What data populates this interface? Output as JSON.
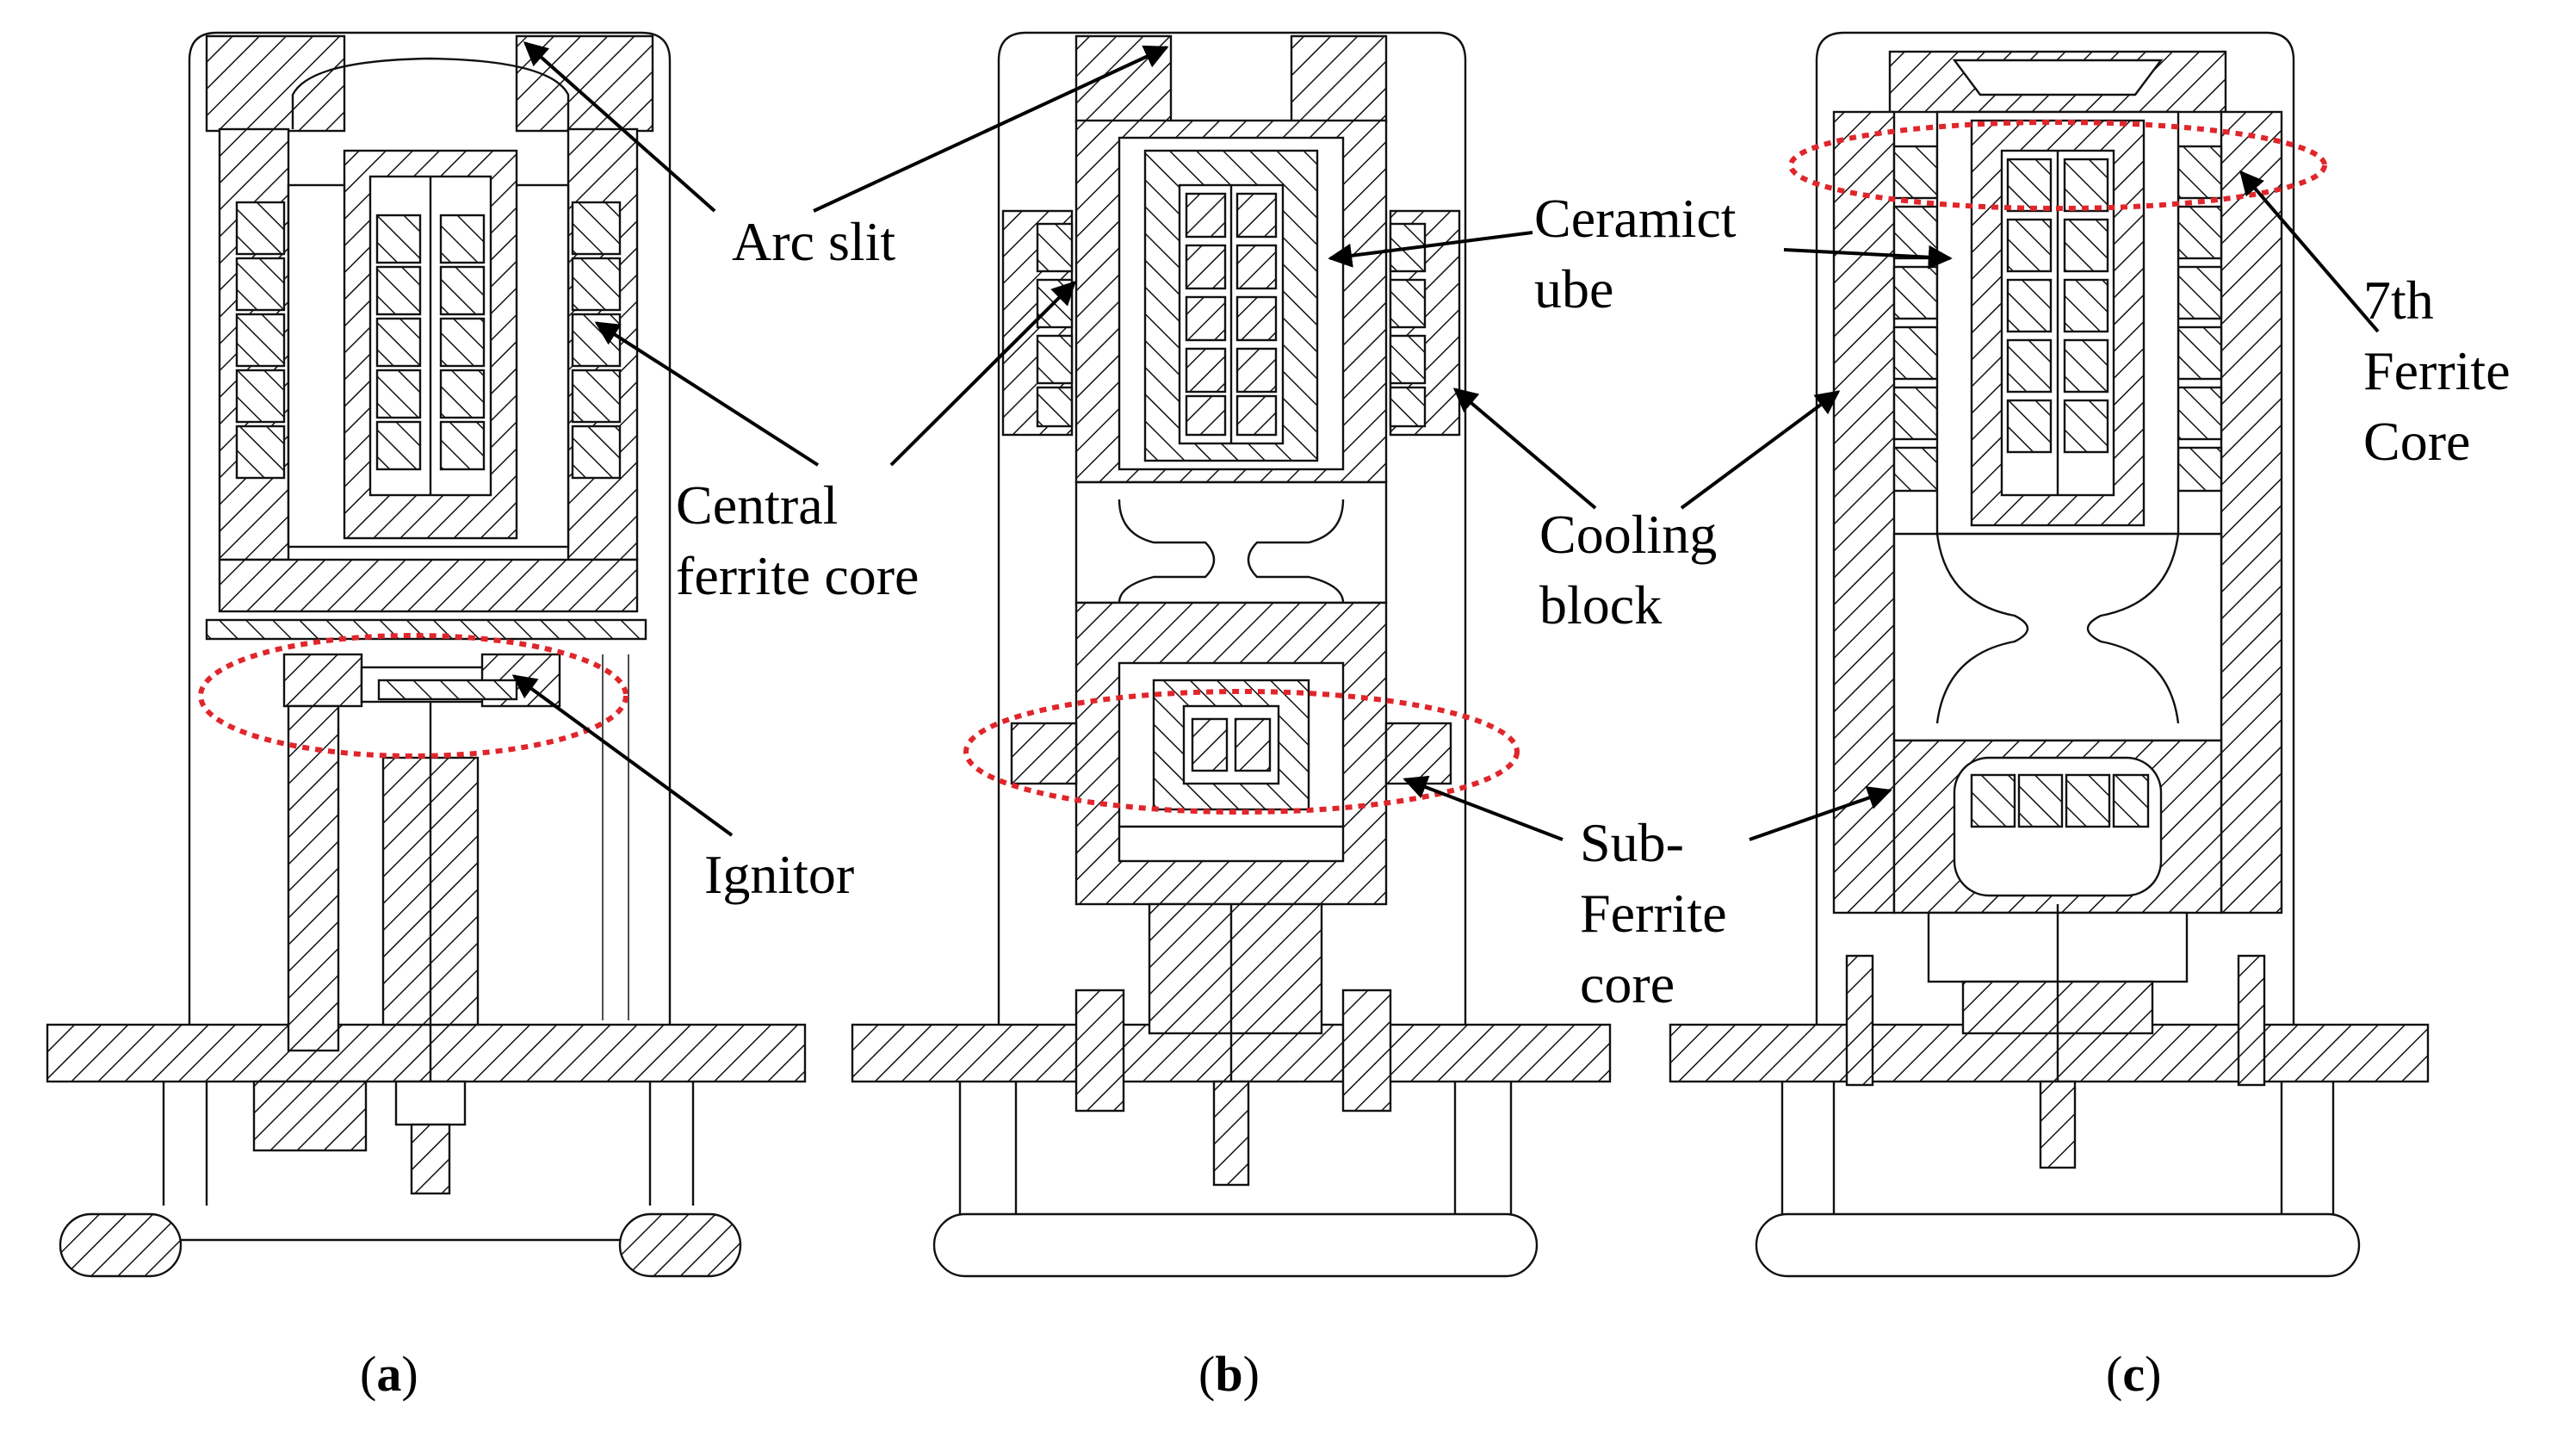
{
  "labels": {
    "arc_slit": "Arc slit",
    "central_ferrite_core_1": "Central",
    "central_ferrite_core_2": "ferrite core",
    "ignitor": "Ignitor",
    "ceramic_tube_1": "Ceramict",
    "ceramic_tube_2": "ube",
    "cooling_block_1": "Cooling",
    "cooling_block_2": "block",
    "sub_ferrite_core_1": "Sub-",
    "sub_ferrite_core_2": "Ferrite",
    "sub_ferrite_core_3": "core",
    "seventh_ferrite_core_1": "7th",
    "seventh_ferrite_core_2": "Ferrite",
    "seventh_ferrite_core_3": "Core"
  },
  "captions": {
    "a": {
      "open": "(",
      "letter": "a",
      "close": ")"
    },
    "b": {
      "open": "(",
      "letter": "b",
      "close": ")"
    },
    "c": {
      "open": "(",
      "letter": "c",
      "close": ")"
    }
  },
  "colors": {
    "drawing": "#111111",
    "highlight": "#e0262b",
    "background": "#ffffff"
  }
}
